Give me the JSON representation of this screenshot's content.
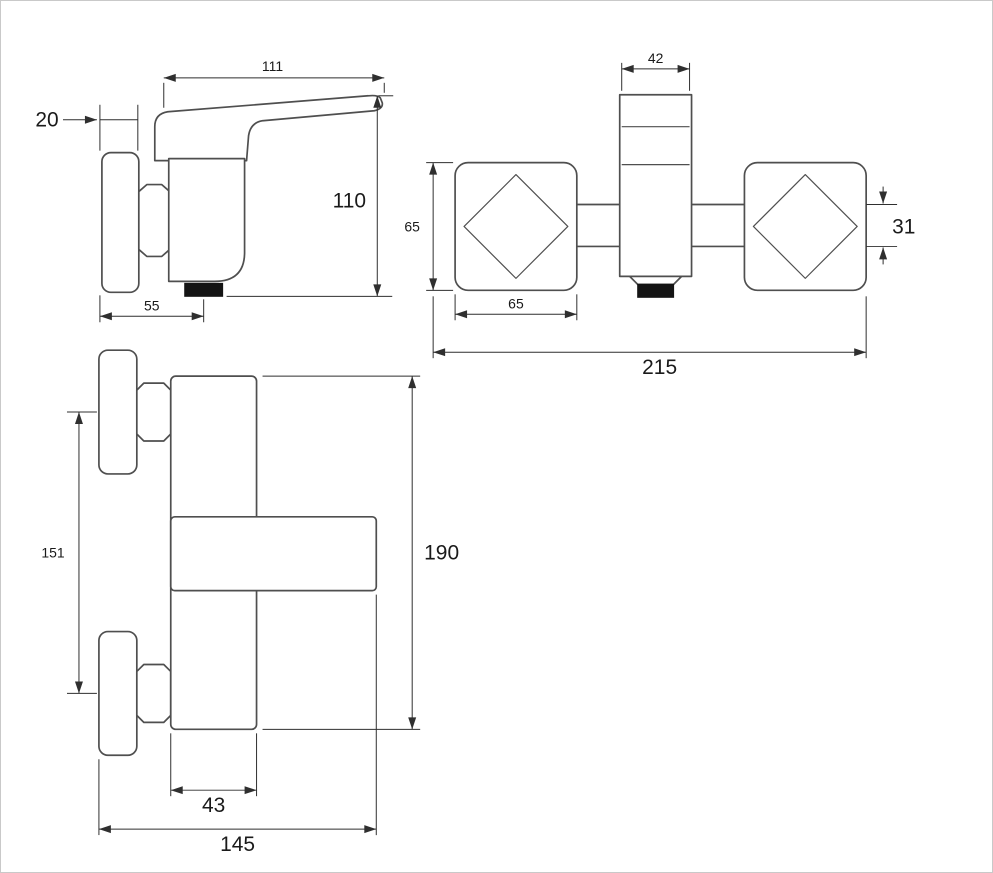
{
  "drawing": {
    "subject": "wall-mounted single-lever mixer faucet technical drawing",
    "units": "mm",
    "line_color": "#4f4f4f",
    "dim_color": "#2f2f2f",
    "dims": {
      "side": {
        "handle_length": "111",
        "plate_thickness": "20",
        "total_height": "110",
        "wall_depth": "55"
      },
      "front": {
        "spout_width": "42",
        "flange_height": "65",
        "bar_height": "31",
        "flange_width": "65",
        "overall_width": "215"
      },
      "bottom": {
        "inlet_spacing": "151",
        "overall_height": "190",
        "body_width": "43",
        "overall_width": "145"
      }
    }
  }
}
